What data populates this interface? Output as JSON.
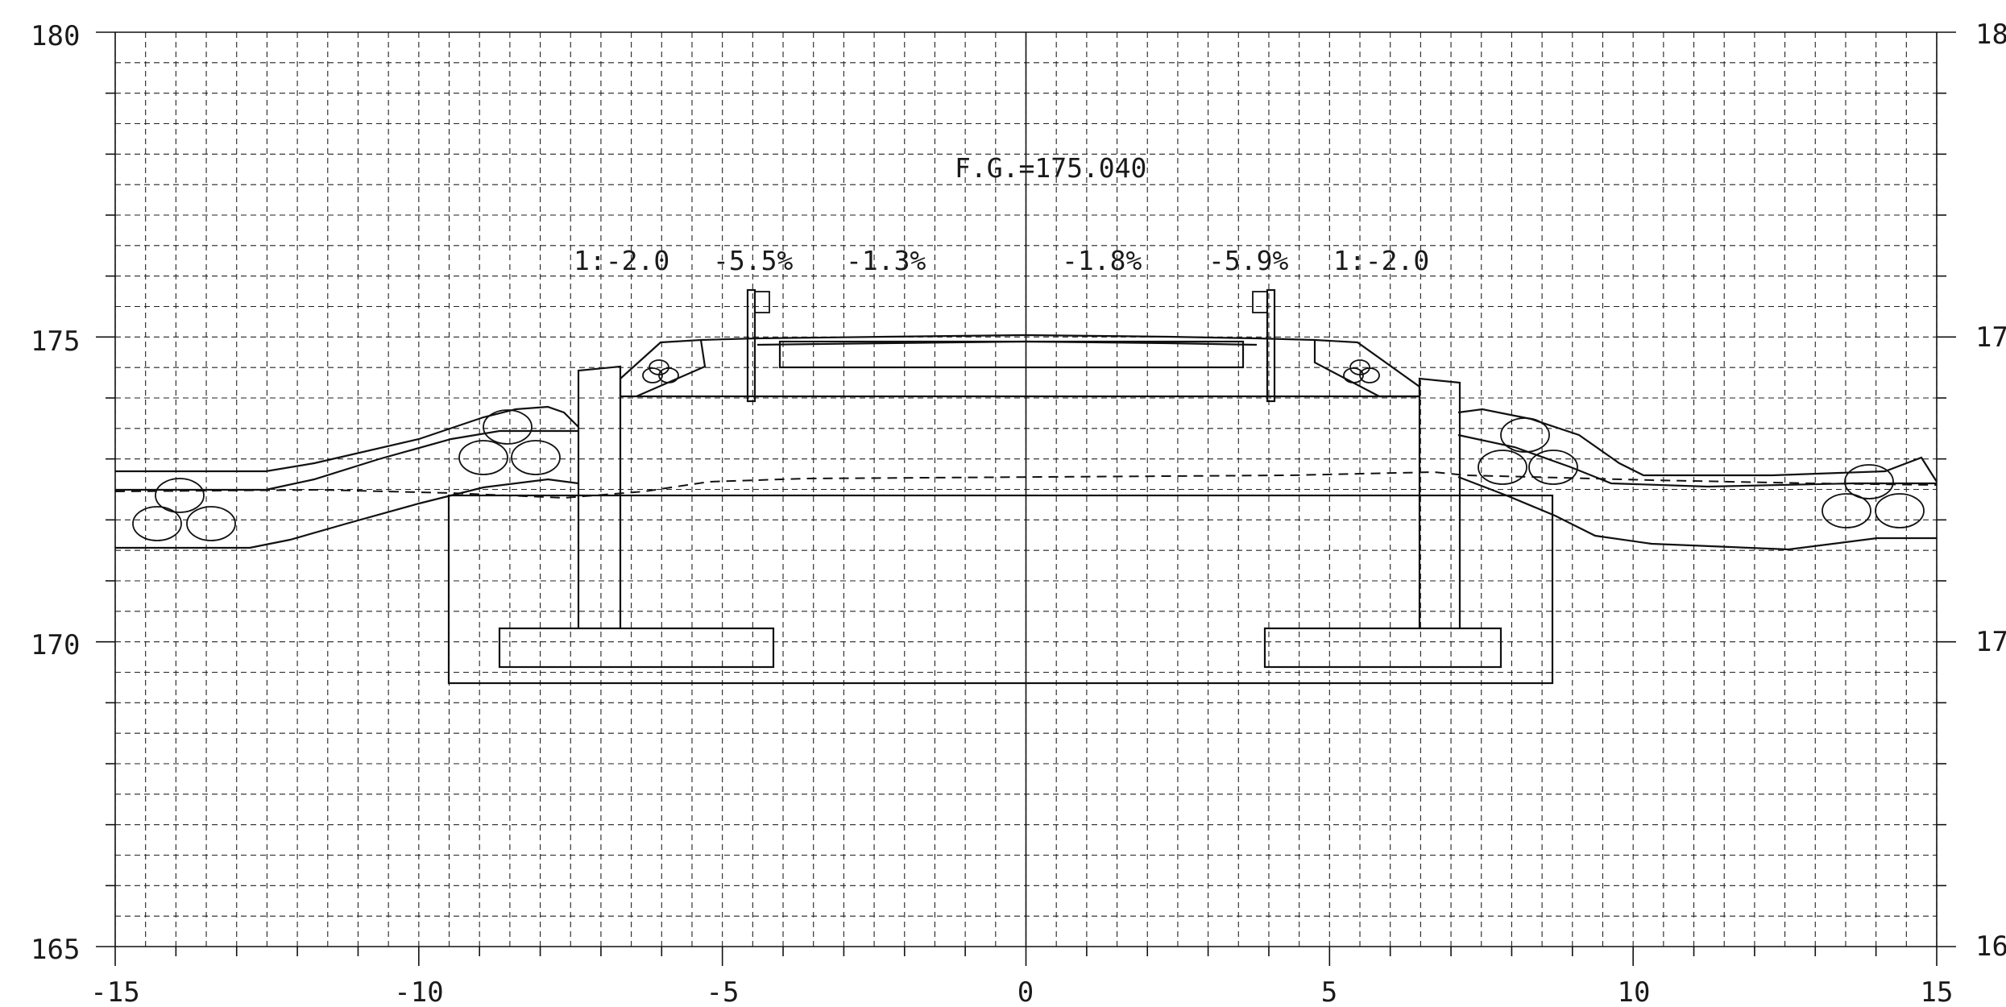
{
  "x_axis": {
    "min": -15,
    "max": 15,
    "tick_labels": [
      "-15",
      "-10",
      "-5",
      "0",
      "5",
      "10",
      "15"
    ]
  },
  "y_axis": {
    "min": 165,
    "max": 180,
    "left_tick_labels": [
      "180",
      "175",
      "170",
      "165"
    ],
    "right_tick_labels": [
      "18",
      "17",
      "17",
      "16"
    ]
  },
  "grid": "dashed, 0.5 m spacing",
  "annotations": {
    "fg": "F.G.=175.040",
    "slope_left": "1:-2.0",
    "grade_left_outer": "-5.5%",
    "grade_left_inner": "-1.3%",
    "grade_right_inner": "-1.8%",
    "grade_right_outer": "-5.9%",
    "slope_right": "1:-2.0"
  }
}
